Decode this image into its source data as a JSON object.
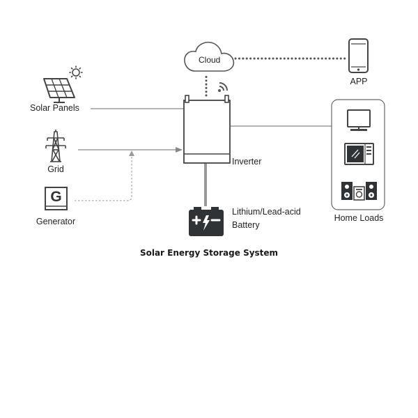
{
  "diagram": {
    "title": "Solar Energy Storage System",
    "nodes": {
      "cloud": {
        "label": "Cloud",
        "icon": "cloud-icon"
      },
      "app": {
        "label": "APP",
        "icon": "smartphone-icon"
      },
      "solar_panels": {
        "label": "Solar Panels",
        "icon": "solar-panel-icon"
      },
      "grid": {
        "label": "Grid",
        "icon": "transmission-tower-icon"
      },
      "generator": {
        "label": "Generator",
        "icon": "generator-icon",
        "glyph": "G"
      },
      "inverter": {
        "label": "Inverter",
        "icon": "inverter-icon"
      },
      "battery": {
        "label_line1": "Lithium/Lead-acid",
        "label_line2": "Battery",
        "icon": "battery-icon"
      },
      "home_loads": {
        "label": "Home Loads",
        "icons": [
          "tv-icon",
          "microwave-icon",
          "speaker-icon"
        ]
      }
    },
    "connections": [
      {
        "from": "solar_panels",
        "to": "inverter",
        "style": "solid"
      },
      {
        "from": "grid",
        "to": "inverter",
        "style": "solid-arrow"
      },
      {
        "from": "generator",
        "to": "grid-line",
        "style": "dashed-arrow"
      },
      {
        "from": "inverter",
        "to": "cloud",
        "style": "dotted",
        "wireless": true
      },
      {
        "from": "cloud",
        "to": "app",
        "style": "dotted"
      },
      {
        "from": "inverter",
        "to": "battery",
        "style": "thick"
      },
      {
        "from": "inverter",
        "to": "home_loads",
        "style": "solid"
      }
    ],
    "colors": {
      "stroke": "#444444",
      "line": "#888888",
      "dashed": "#9a9a9a",
      "battery": "#2f3336",
      "text": "#222222"
    }
  }
}
